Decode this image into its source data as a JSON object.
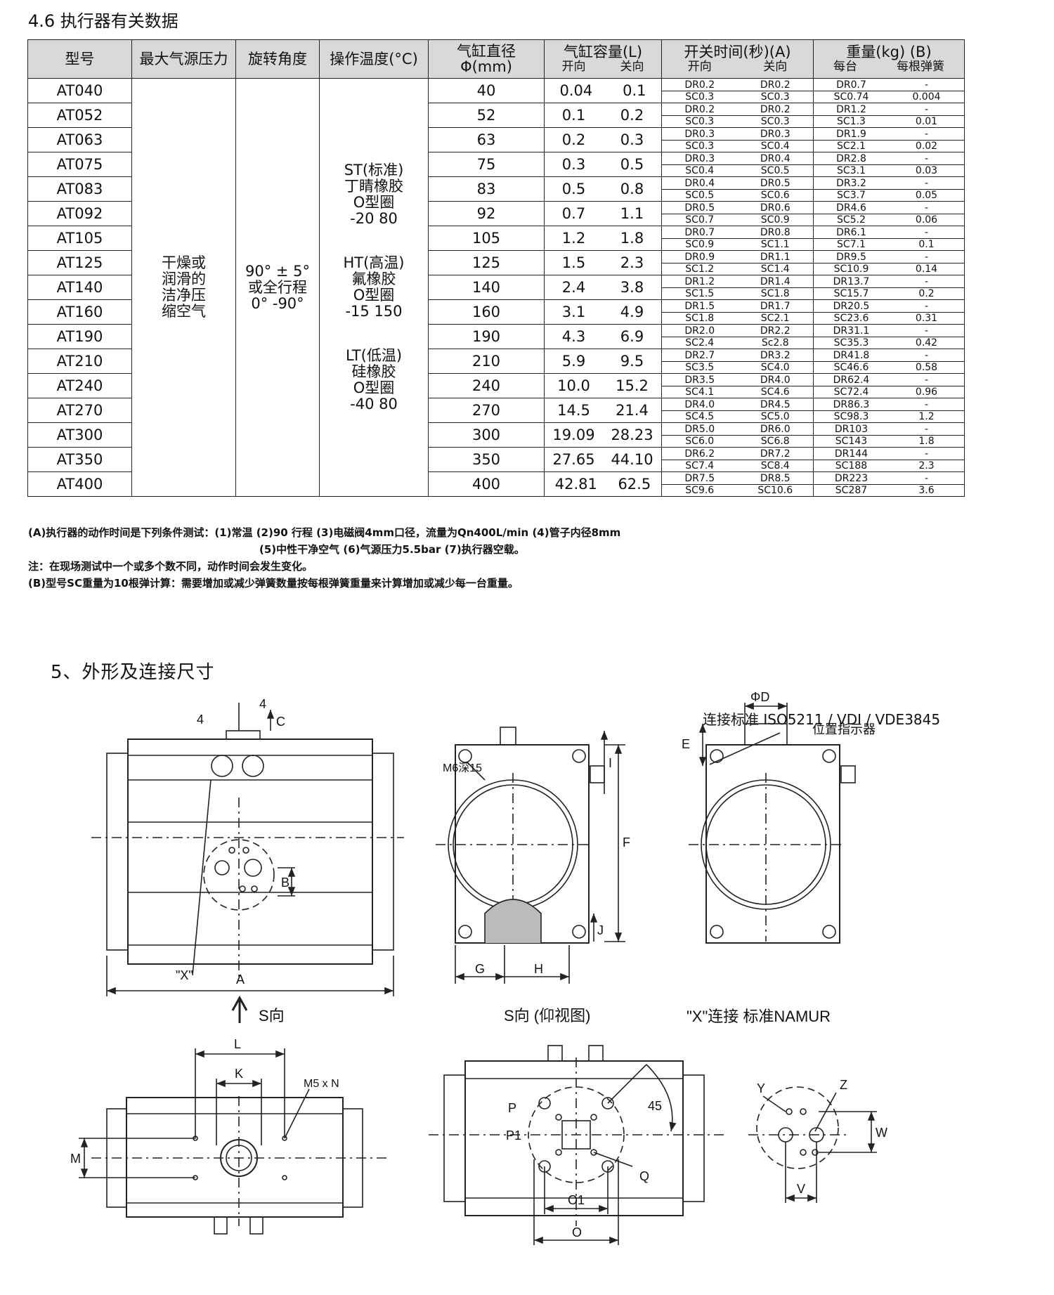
{
  "section_46_title": "4.6 执行器有关数据",
  "table": {
    "headers": {
      "model": "型号",
      "max_pressure": "最大气源压力",
      "rotation": "旋转角度",
      "temp": "操作温度(°C)",
      "bore_l1": "气缸直径",
      "bore_l2": "Φ(mm)",
      "volume": "气缸容量(L)",
      "volume_open": "开向",
      "volume_close": "关向",
      "time": "开关时间(秒)(A)",
      "time_open": "开向",
      "time_close": "关向",
      "weight": "重量(kg) (B)",
      "weight_each": "每台",
      "weight_spring": "每根弹簧"
    },
    "pressure_text": [
      "干燥或",
      "润滑的",
      "洁净压",
      "缩空气"
    ],
    "rotation_text": [
      "90° ± 5°",
      "或全行程",
      "0° -90°"
    ],
    "temp_text": [
      "ST(标准)",
      "丁睛橡胶",
      "O型圈",
      "-20 80",
      "",
      "",
      "HT(高温)",
      "氟橡胶",
      "O型圈",
      "-15 150",
      "",
      "",
      "LT(低温)",
      "硅橡胶",
      "O型圈",
      "-40 80"
    ],
    "rows": [
      {
        "model": "AT040",
        "bore": "40",
        "vo": "0.04",
        "vc": "0.1",
        "t_dr_o": "DR0.2",
        "t_dr_c": "DR0.2",
        "t_sc_o": "SC0.3",
        "t_sc_c": "SC0.3",
        "w_dr": "DR0.7",
        "w_sc": "SC0.74",
        "sp_dr": "-",
        "sp_sc": "0.004"
      },
      {
        "model": "AT052",
        "bore": "52",
        "vo": "0.1",
        "vc": "0.2",
        "t_dr_o": "DR0.2",
        "t_dr_c": "DR0.2",
        "t_sc_o": "SC0.3",
        "t_sc_c": "SC0.3",
        "w_dr": "DR1.2",
        "w_sc": "SC1.3",
        "sp_dr": "-",
        "sp_sc": "0.01"
      },
      {
        "model": "AT063",
        "bore": "63",
        "vo": "0.2",
        "vc": "0.3",
        "t_dr_o": "DR0.3",
        "t_dr_c": "DR0.3",
        "t_sc_o": "SC0.3",
        "t_sc_c": "SC0.4",
        "w_dr": "DR1.9",
        "w_sc": "SC2.1",
        "sp_dr": "-",
        "sp_sc": "0.02"
      },
      {
        "model": "AT075",
        "bore": "75",
        "vo": "0.3",
        "vc": "0.5",
        "t_dr_o": "DR0.3",
        "t_dr_c": "DR0.4",
        "t_sc_o": "SC0.4",
        "t_sc_c": "SC0.5",
        "w_dr": "DR2.8",
        "w_sc": "SC3.1",
        "sp_dr": "-",
        "sp_sc": "0.03"
      },
      {
        "model": "AT083",
        "bore": "83",
        "vo": "0.5",
        "vc": "0.8",
        "t_dr_o": "DR0.4",
        "t_dr_c": "DR0.5",
        "t_sc_o": "SC0.5",
        "t_sc_c": "SC0.6",
        "w_dr": "DR3.2",
        "w_sc": "SC3.7",
        "sp_dr": "-",
        "sp_sc": "0.05"
      },
      {
        "model": "AT092",
        "bore": "92",
        "vo": "0.7",
        "vc": "1.1",
        "t_dr_o": "DR0.5",
        "t_dr_c": "DR0.6",
        "t_sc_o": "SC0.7",
        "t_sc_c": "SC0.9",
        "w_dr": "DR4.6",
        "w_sc": "SC5.2",
        "sp_dr": "-",
        "sp_sc": "0.06"
      },
      {
        "model": "AT105",
        "bore": "105",
        "vo": "1.2",
        "vc": "1.8",
        "t_dr_o": "DR0.7",
        "t_dr_c": "DR0.8",
        "t_sc_o": "SC0.9",
        "t_sc_c": "SC1.1",
        "w_dr": "DR6.1",
        "w_sc": "SC7.1",
        "sp_dr": "-",
        "sp_sc": "0.1"
      },
      {
        "model": "AT125",
        "bore": "125",
        "vo": "1.5",
        "vc": "2.3",
        "t_dr_o": "DR0.9",
        "t_dr_c": "DR1.1",
        "t_sc_o": "SC1.2",
        "t_sc_c": "SC1.4",
        "w_dr": "DR9.5",
        "w_sc": "SC10.9",
        "sp_dr": "-",
        "sp_sc": "0.14"
      },
      {
        "model": "AT140",
        "bore": "140",
        "vo": "2.4",
        "vc": "3.8",
        "t_dr_o": "DR1.2",
        "t_dr_c": "DR1.4",
        "t_sc_o": "SC1.5",
        "t_sc_c": "SC1.8",
        "w_dr": "DR13.7",
        "w_sc": "SC15.7",
        "sp_dr": "-",
        "sp_sc": "0.2"
      },
      {
        "model": "AT160",
        "bore": "160",
        "vo": "3.1",
        "vc": "4.9",
        "t_dr_o": "DR1.5",
        "t_dr_c": "DR1.7",
        "t_sc_o": "SC1.8",
        "t_sc_c": "SC2.1",
        "w_dr": "DR20.5",
        "w_sc": "SC23.6",
        "sp_dr": "-",
        "sp_sc": "0.31"
      },
      {
        "model": "AT190",
        "bore": "190",
        "vo": "4.3",
        "vc": "6.9",
        "t_dr_o": "DR2.0",
        "t_dr_c": "DR2.2",
        "t_sc_o": "SC2.4",
        "t_sc_c": "Sc2.8",
        "w_dr": "DR31.1",
        "w_sc": "SC35.3",
        "sp_dr": "-",
        "sp_sc": "0.42"
      },
      {
        "model": "AT210",
        "bore": "210",
        "vo": "5.9",
        "vc": "9.5",
        "t_dr_o": "DR2.7",
        "t_dr_c": "DR3.2",
        "t_sc_o": "SC3.5",
        "t_sc_c": "SC4.0",
        "w_dr": "DR41.8",
        "w_sc": "SC46.6",
        "sp_dr": "-",
        "sp_sc": "0.58"
      },
      {
        "model": "AT240",
        "bore": "240",
        "vo": "10.0",
        "vc": "15.2",
        "t_dr_o": "DR3.5",
        "t_dr_c": "DR4.0",
        "t_sc_o": "SC4.1",
        "t_sc_c": "SC4.6",
        "w_dr": "DR62.4",
        "w_sc": "SC72.4",
        "sp_dr": "-",
        "sp_sc": "0.96"
      },
      {
        "model": "AT270",
        "bore": "270",
        "vo": "14.5",
        "vc": "21.4",
        "t_dr_o": "DR4.0",
        "t_dr_c": "DR4.5",
        "t_sc_o": "SC4.5",
        "t_sc_c": "SC5.0",
        "w_dr": "DR86.3",
        "w_sc": "SC98.3",
        "sp_dr": "-",
        "sp_sc": "1.2"
      },
      {
        "model": "AT300",
        "bore": "300",
        "vo": "19.09",
        "vc": "28.23",
        "t_dr_o": "DR5.0",
        "t_dr_c": "DR6.0",
        "t_sc_o": "SC6.0",
        "t_sc_c": "SC6.8",
        "w_dr": "DR103",
        "w_sc": "SC143",
        "sp_dr": "-",
        "sp_sc": "1.8"
      },
      {
        "model": "AT350",
        "bore": "350",
        "vo": "27.65",
        "vc": "44.10",
        "t_dr_o": "DR6.2",
        "t_dr_c": "DR7.2",
        "t_sc_o": "SC7.4",
        "t_sc_c": "SC8.4",
        "w_dr": "DR144",
        "w_sc": "SC188",
        "sp_dr": "-",
        "sp_sc": "2.3"
      },
      {
        "model": "AT400",
        "bore": "400",
        "vo": "42.81",
        "vc": "62.5",
        "t_dr_o": "DR7.5",
        "t_dr_c": "DR8.5",
        "t_sc_o": "SC9.6",
        "t_sc_c": "SC10.6",
        "w_dr": "DR223",
        "w_sc": "SC287",
        "sp_dr": "-",
        "sp_sc": "3.6"
      }
    ]
  },
  "notes": [
    "(A)执行器的动作时间是下列条件测试：(1)常温 (2)90 行程 (3)电磁阀4mm口径，流量为Qn400L/min (4)管子内径8mm",
    "(5)中性干净空气 (6)气源压力5.5bar (7)执行器空载。",
    "注：在现场测试中一个或多个数不同，动作时间会发生变化。",
    "(B)型号SC重量为10根弹计算：需要增加或减少弹簧数量按每根弹簧重量来计算增加或减少每一台重量。"
  ],
  "section_5_title": "5、外形及连接尺寸",
  "connection_standard": "连接标准 ISO5211 / VDI / VDE3845",
  "drawing_labels": {
    "dim_4_top": "4",
    "dim_4_side": "4",
    "dim_c": "C",
    "dim_b": "B",
    "dim_a": "A",
    "x_mark": "\"X\"",
    "s_dir": "S向",
    "m6": "M6深15",
    "dim_i": "I",
    "dim_f": "F",
    "dim_j": "J",
    "dim_g": "G",
    "dim_h": "H",
    "phi_d": "ΦD",
    "dim_e": "E",
    "position_indicator": "位置指示器",
    "s_bottom_view": "S向 (仰视图)",
    "x_namur": "\"X\"连接 标准NAMUR",
    "dim_l": "L",
    "dim_k": "K",
    "m5": "M5 x N",
    "dim_m": "M",
    "dim_p": "P",
    "dim_p1": "P1",
    "deg_45": "45",
    "dim_q": "Q",
    "dim_o1": "O1",
    "dim_o": "O",
    "dim_y": "Y",
    "dim_z": "Z",
    "dim_w": "W",
    "dim_v": "V"
  }
}
